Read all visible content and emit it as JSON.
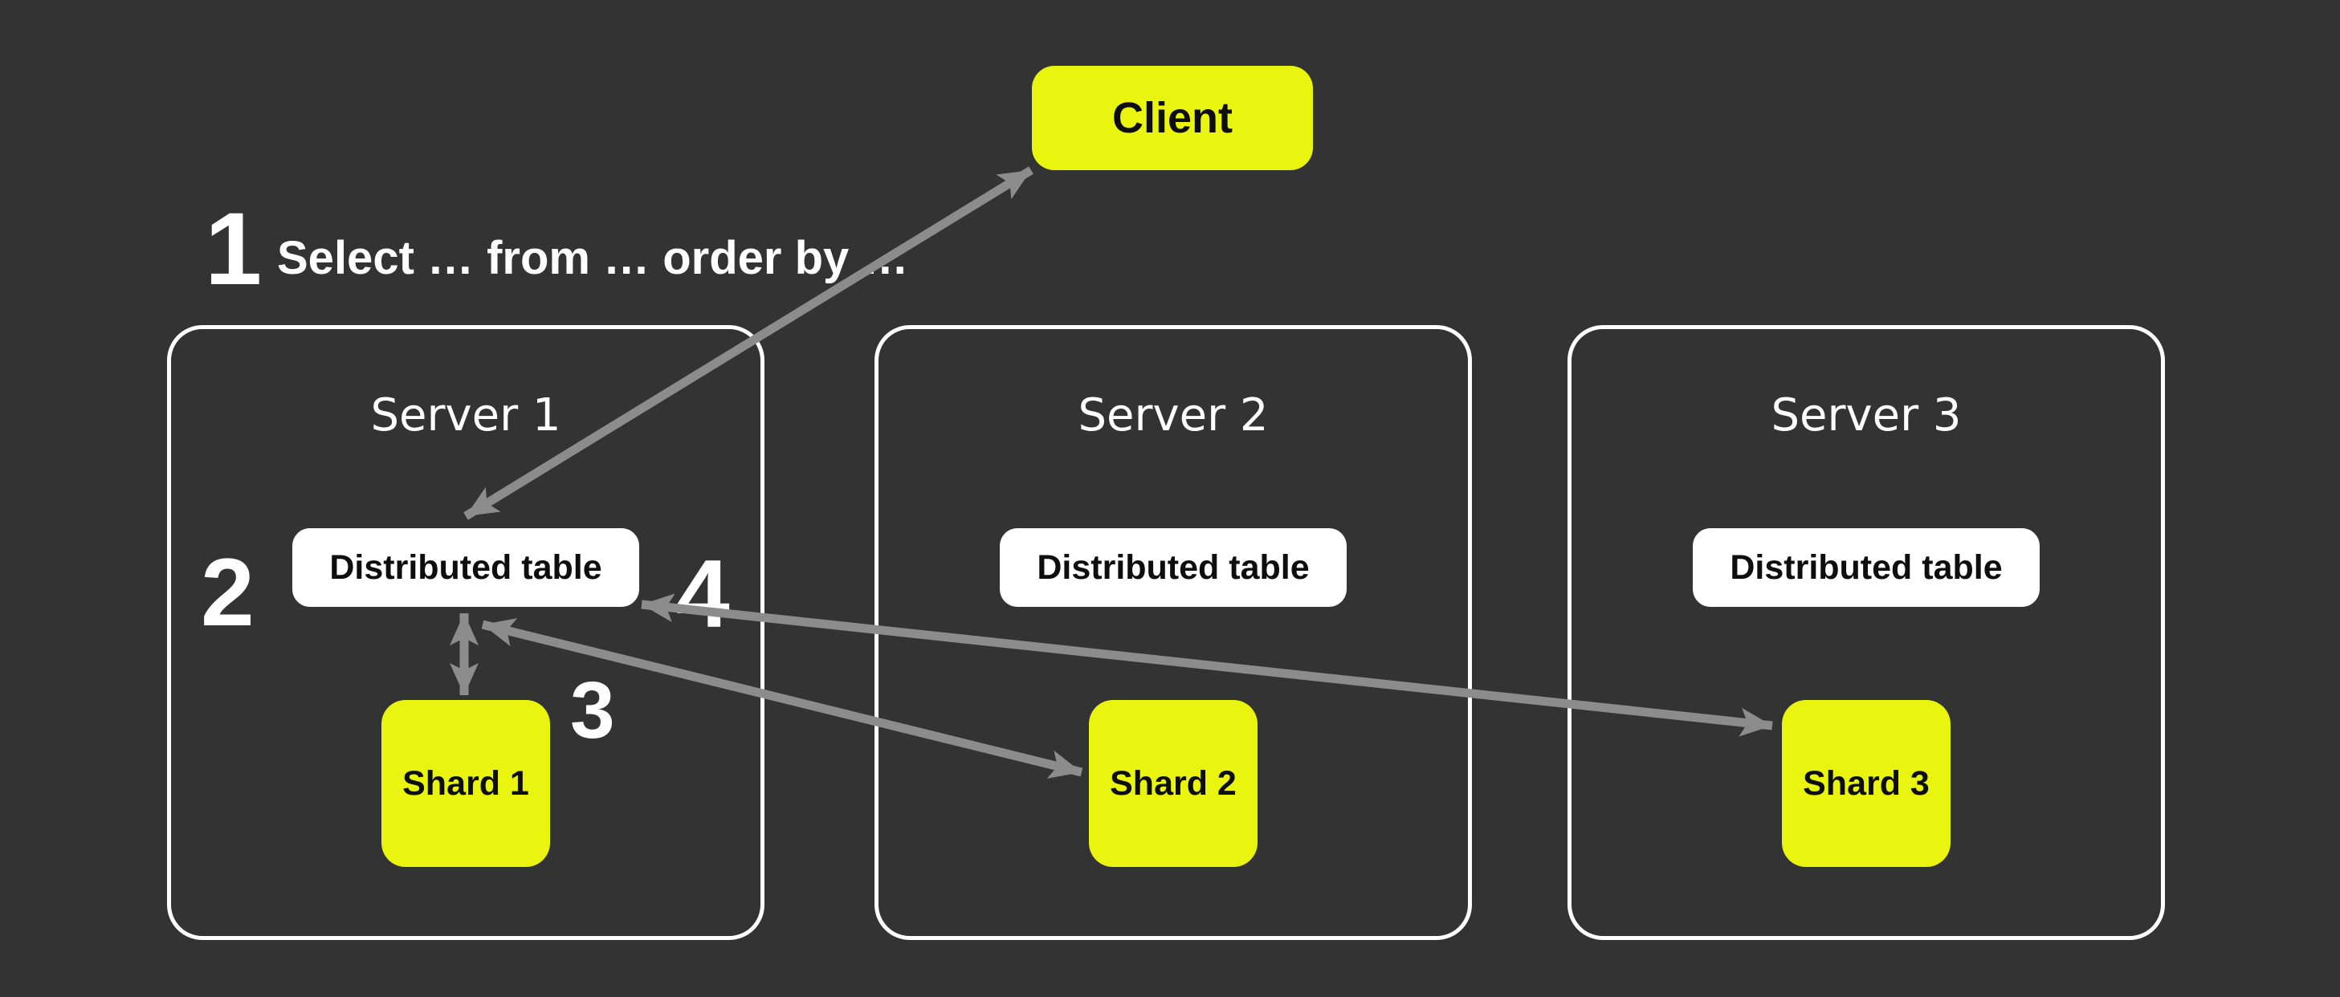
{
  "client": {
    "label": "Client"
  },
  "steps": {
    "one": "1",
    "query": "Select … from … order by …",
    "two": "2",
    "three": "3",
    "four": "4"
  },
  "servers": [
    {
      "title": "Server 1",
      "table": "Distributed table",
      "shard": "Shard 1"
    },
    {
      "title": "Server 2",
      "table": "Distributed table",
      "shard": "Shard 2"
    },
    {
      "title": "Server 3",
      "table": "Distributed table",
      "shard": "Shard 3"
    }
  ],
  "colors": {
    "background": "#333333",
    "highlight": "#e9f50e",
    "card": "#ffffff",
    "server_border": "#ffffff",
    "arrow": "#8c8c8c",
    "text_dark": "#0e0e0e",
    "text_light": "#ffffff"
  }
}
